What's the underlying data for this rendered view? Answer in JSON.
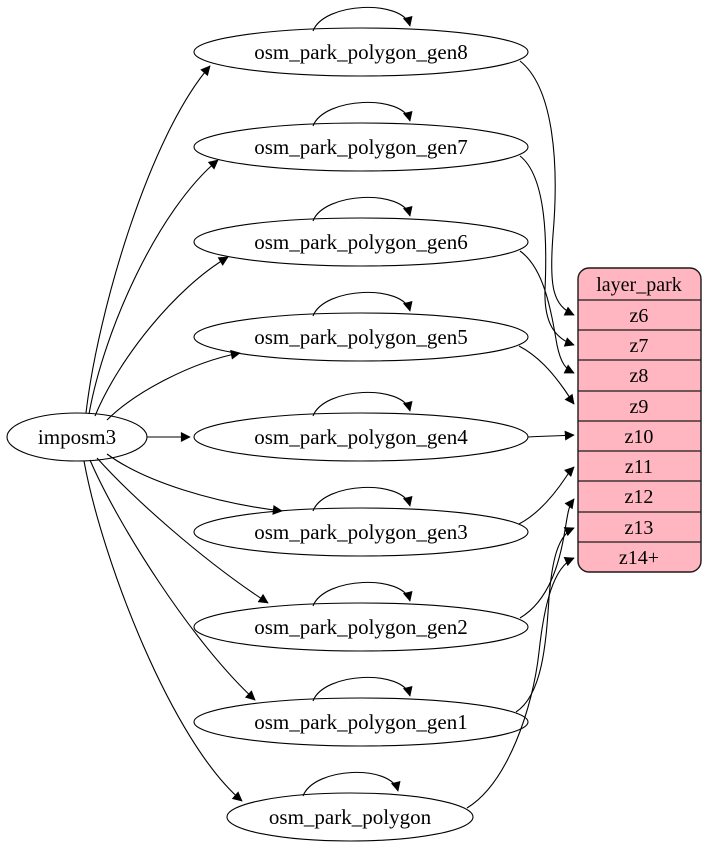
{
  "diagram": {
    "source": {
      "label": "imposm3"
    },
    "tables": [
      {
        "label": "osm_park_polygon_gen8",
        "target_zoom": "z6"
      },
      {
        "label": "osm_park_polygon_gen7",
        "target_zoom": "z7"
      },
      {
        "label": "osm_park_polygon_gen6",
        "target_zoom": "z8"
      },
      {
        "label": "osm_park_polygon_gen5",
        "target_zoom": "z9"
      },
      {
        "label": "osm_park_polygon_gen4",
        "target_zoom": "z10"
      },
      {
        "label": "osm_park_polygon_gen3",
        "target_zoom": "z11"
      },
      {
        "label": "osm_park_polygon_gen2",
        "target_zoom": "z12"
      },
      {
        "label": "osm_park_polygon_gen1",
        "target_zoom": "z13"
      },
      {
        "label": "osm_park_polygon",
        "target_zoom": "z14+"
      }
    ],
    "layer": {
      "title": "layer_park",
      "rows": [
        "z6",
        "z7",
        "z8",
        "z9",
        "z10",
        "z11",
        "z12",
        "z13",
        "z14+"
      ]
    },
    "colors": {
      "layer_fill": "#ffb6c1",
      "node_fill": "#ffffff",
      "stroke": "#000000",
      "background": "#ffffff"
    }
  }
}
